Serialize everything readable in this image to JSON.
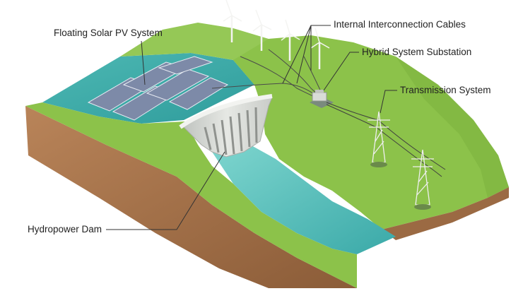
{
  "labels": {
    "floating_solar": "Floating Solar PV System",
    "internal_cables": "Internal Interconnection Cables",
    "hybrid_substation": "Hybrid System Substation",
    "transmission": "Transmission System",
    "hydropower_dam": "Hydropower Dam"
  },
  "colors": {
    "grass": "#8cc24a",
    "grass_dark": "#6fa53a",
    "soil": "#a9774e",
    "soil_dark": "#8b5c38",
    "water": "#3aa9a8",
    "water_light": "#6fcfc7",
    "dam": "#d9dcd8",
    "panel": "#7d8aa8",
    "leader_line": "#333333",
    "label_text": "#222222"
  }
}
